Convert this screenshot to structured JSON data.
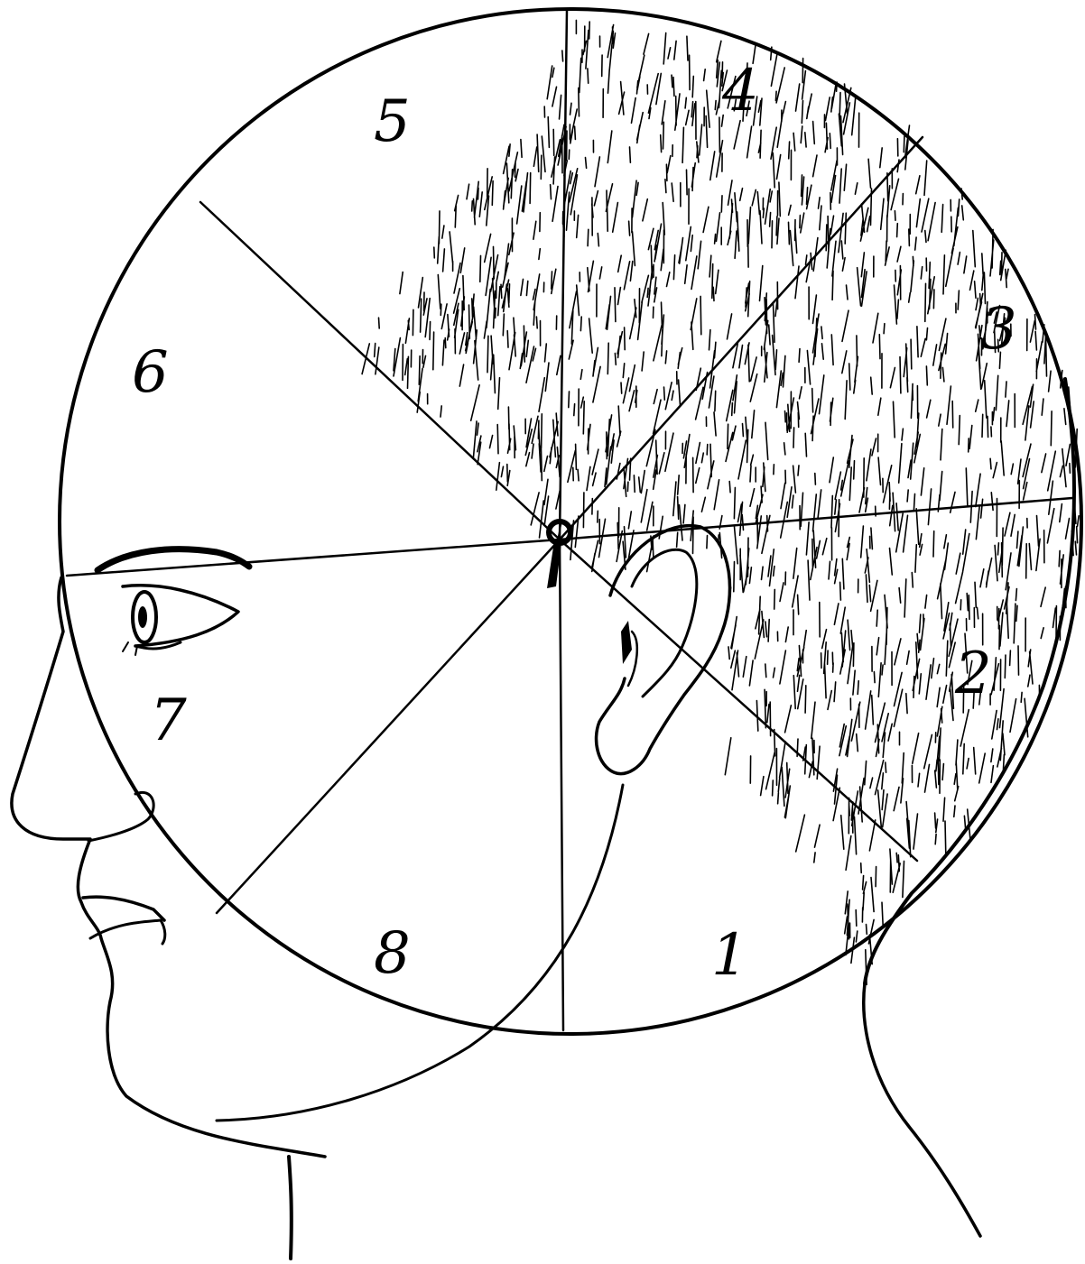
{
  "illustration": {
    "sections": [
      {
        "number": "1",
        "name": "section-1"
      },
      {
        "number": "2",
        "name": "section-2"
      },
      {
        "number": "3",
        "name": "section-3"
      },
      {
        "number": "4",
        "name": "section-4"
      },
      {
        "number": "5",
        "name": "section-5"
      },
      {
        "number": "6",
        "name": "section-6"
      },
      {
        "number": "7",
        "name": "section-7"
      },
      {
        "number": "8",
        "name": "section-8"
      }
    ],
    "ink_color": "#000000",
    "paper_color": "#ffffff"
  }
}
